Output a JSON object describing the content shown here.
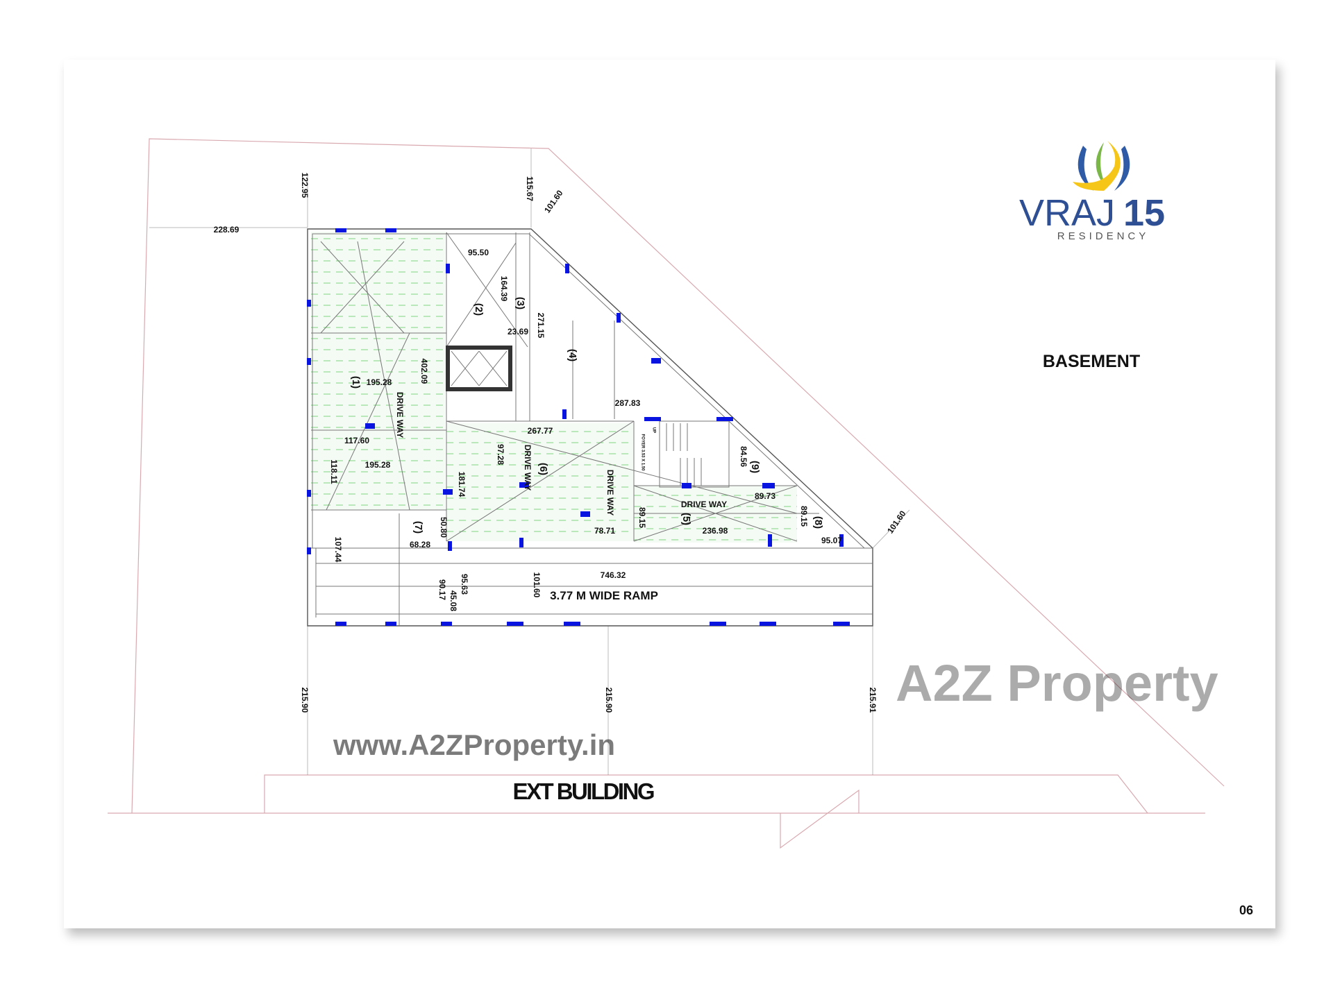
{
  "page_number": "06",
  "title": "BASEMENT",
  "logo": {
    "name": "VRAJ",
    "number": "15",
    "subtitle": "RESIDENCY",
    "colors": [
      "#2e5aa6",
      "#f5c518",
      "#7ab648"
    ]
  },
  "watermark": {
    "url": "www.A2ZProperty.in",
    "brand": "A2Z Property"
  },
  "ramp_label": "3.77 M WIDE RAMP",
  "ext_building": "EXT BUILDING",
  "spaces": [
    "(1)",
    "(2)",
    "(3)",
    "(4)",
    "(5)",
    "(6)",
    "(7)",
    "(8)",
    "(9)"
  ],
  "drive_way": "DRIVE WAY",
  "foyer": "FOYER 3.53 X 1.50",
  "up": "UP",
  "dimensions": {
    "top_left": "122.95",
    "top_mid": "115.67",
    "diag_top": "101.60",
    "left": "228.69",
    "d95_50": "95.50",
    "d164_39": "164.39",
    "d23_69": "23.69",
    "d271_15": "271.15",
    "d402_09": "402.09",
    "d195_28a": "195.28",
    "d287_83": "287.83",
    "d117_60": "117.60",
    "d195_28b": "195.28",
    "d118_11": "118.11",
    "d267_77": "267.77",
    "d97_28": "97.28",
    "d181_74": "181.74",
    "d84_56": "84.56",
    "d89_73": "89.73",
    "d89_15a": "89.15",
    "d236_98": "236.98",
    "d89_15b": "89.15",
    "d95_07": "95.07",
    "diag_right": "101.60",
    "d68_28": "68.28",
    "d50_80": "50.80",
    "d107_44": "107.44",
    "d78_71": "78.71",
    "d746_32": "746.32",
    "d101_60": "101.60",
    "d95_63": "95.63",
    "d90_17": "90.17",
    "d45_08": "45.08",
    "bottom_left": "215.90",
    "bottom_mid": "215.90",
    "bottom_right": "215.91"
  },
  "colors": {
    "column": "#0a14e0",
    "site_line": "#d9a9b0",
    "parking_hatch": "#7fd67f"
  }
}
